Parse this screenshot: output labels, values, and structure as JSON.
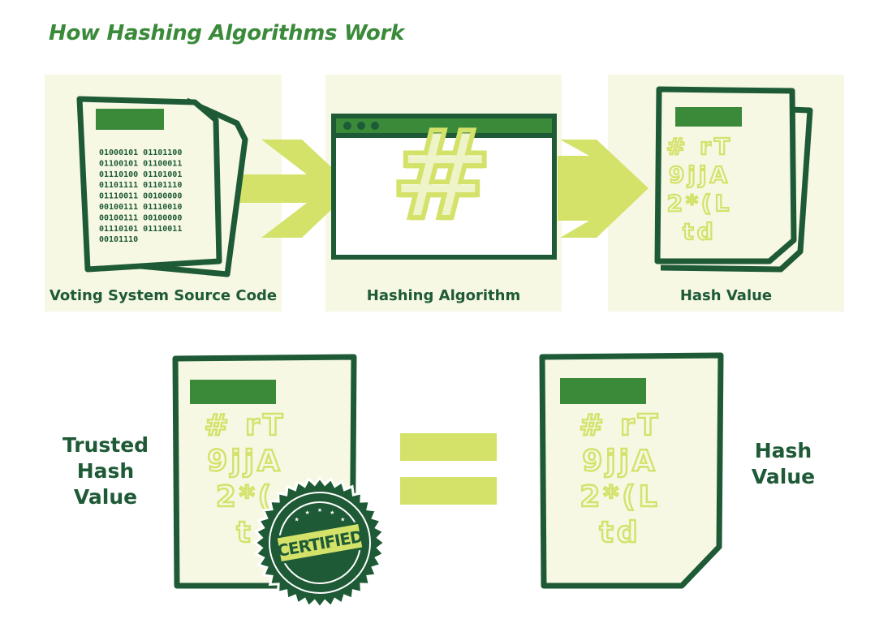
{
  "title": "How Hashing Algorithms Work",
  "panels": {
    "source_label": "Voting System Source Code",
    "algorithm_label": "Hashing Algorithm",
    "hash_label": "Hash Value"
  },
  "binary_lines": [
    "01000101 01101100",
    "01100101 01100011",
    "01110100 01101001",
    "01101111 01101110",
    "01110011 00100000",
    "00100111 01110010",
    "00100111 00100000",
    "01110101 01110011",
    "00101110"
  ],
  "hash_symbol": "#",
  "hash_glyph_lines": [
    "#  rT",
    "9jjA",
    "2*(L",
    "td"
  ],
  "certified_glyph_lines": [
    "#  rT",
    "9jjA",
    "2*(",
    "t"
  ],
  "comparison": {
    "trusted_label_lines": [
      "Trusted",
      "Hash",
      "Value"
    ],
    "hash_label_lines": [
      "Hash",
      "Value"
    ]
  },
  "seal_text": "CERTIFIED",
  "colors": {
    "dark_green": "#1e5a36",
    "mid_green": "#3a8a3a",
    "lime": "#d4e26a",
    "panel_bg": "#f6f8e4",
    "paper": "#f6f8e4"
  },
  "icons": {
    "document": "document-stack-icon",
    "window": "browser-window-icon",
    "seal": "certified-seal-icon"
  }
}
